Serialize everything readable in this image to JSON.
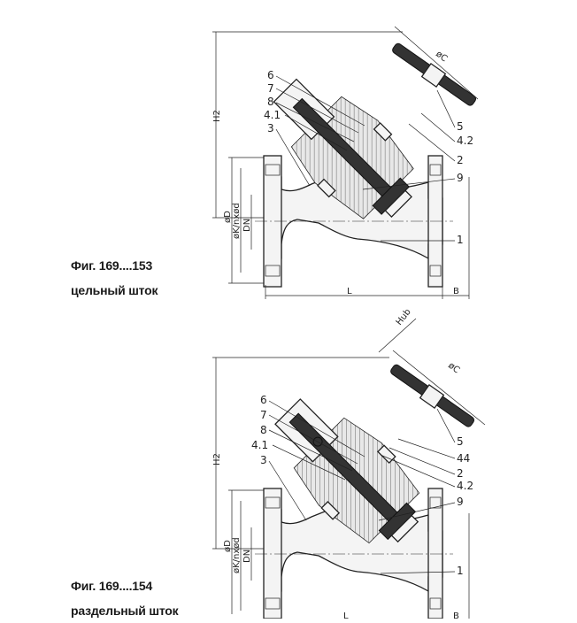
{
  "figures": [
    {
      "caption_line1": "Фиг. 169....153",
      "caption_line2": "цельный шток",
      "dims": {
        "c": "øC",
        "h2": "H2",
        "d": "øD",
        "k": "øK/nxød",
        "dn": "DN",
        "l": "L",
        "b": "B"
      },
      "callouts": [
        "6",
        "7",
        "8",
        "4.1",
        "3",
        "5",
        "4.2",
        "2",
        "9",
        "1"
      ]
    },
    {
      "caption_line1": "Фиг. 169....154",
      "caption_line2": "раздельный шток",
      "dims": {
        "c": "øC",
        "hub": "Hub",
        "h2": "H2",
        "d": "øD",
        "k": "øK/nxød",
        "dn": "DN",
        "l": "L",
        "b": "B"
      },
      "callouts": [
        "6",
        "7",
        "8",
        "4.1",
        "3",
        "5",
        "44",
        "2",
        "4.2",
        "9",
        "1"
      ]
    }
  ]
}
